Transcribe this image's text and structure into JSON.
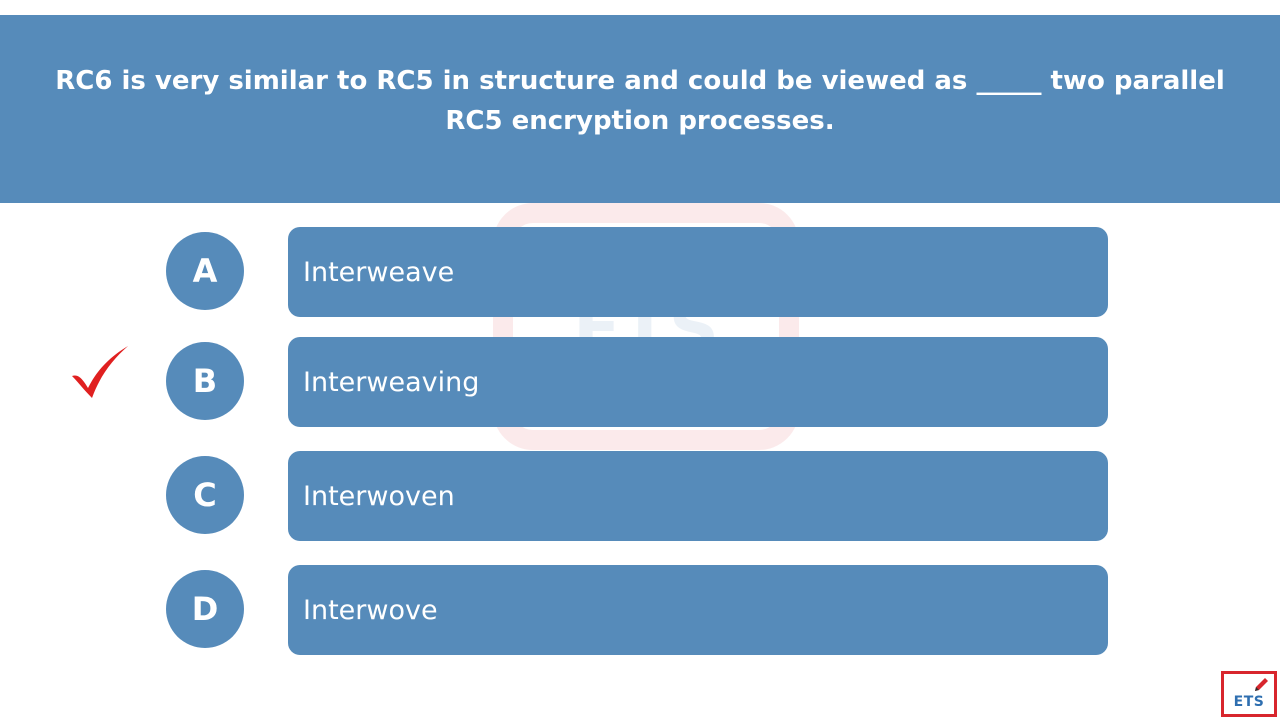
{
  "question": {
    "text": "RC6 is very similar to RC5 in structure and could be viewed as _____ two parallel RC5 encryption processes."
  },
  "options": [
    {
      "letter": "A",
      "text": "Interweave"
    },
    {
      "letter": "B",
      "text": "Interweaving"
    },
    {
      "letter": "C",
      "text": "Interwoven"
    },
    {
      "letter": "D",
      "text": "Interwove"
    }
  ],
  "correct_answer": "B",
  "logo": {
    "text": "ETS"
  },
  "colors": {
    "primary": "#568bba",
    "check": "#e02020",
    "logo_border": "#d8262d",
    "logo_text": "#2f6fb0"
  },
  "icons": {
    "check": "check-mark-icon",
    "logo_pencil": "pencil-icon"
  }
}
